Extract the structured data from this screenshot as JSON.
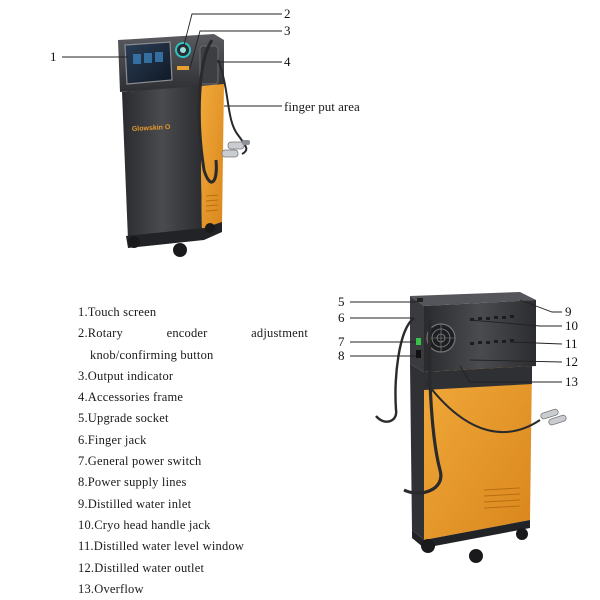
{
  "device1": {
    "brand": "Glowskin O",
    "callouts": {
      "c1": "1",
      "c2": "2",
      "c3": "3",
      "c4": "4"
    },
    "area_label": "finger put area"
  },
  "device2": {
    "callouts": {
      "c5": "5",
      "c6": "6",
      "c7": "7",
      "c8": "8",
      "c9": "9",
      "c10": "10",
      "c11": "11",
      "c12": "12",
      "c13": "13"
    }
  },
  "legend": {
    "item1": "1.Touch screen",
    "item2a": "2.Rotary encoder adjustment",
    "item2b": "knob/confirming button",
    "item3": "3.Output indicator",
    "item4": "4.Accessories frame",
    "item5": "5.Upgrade socket",
    "item6": "6.Finger jack",
    "item7": "7.General power switch",
    "item8": "8.Power supply lines",
    "item9": "9.Distilled water inlet",
    "item10": "10.Cryo head handle jack",
    "item11": "11.Distilled water level window",
    "item12": "12.Distilled water outlet",
    "item13": "13.Overflow"
  },
  "colors": {
    "body_dark": "#3a3b3e",
    "panel_orange": "#e89a2b",
    "screen": "#1d2a3a",
    "accent_teal": "#2ec4c4"
  }
}
